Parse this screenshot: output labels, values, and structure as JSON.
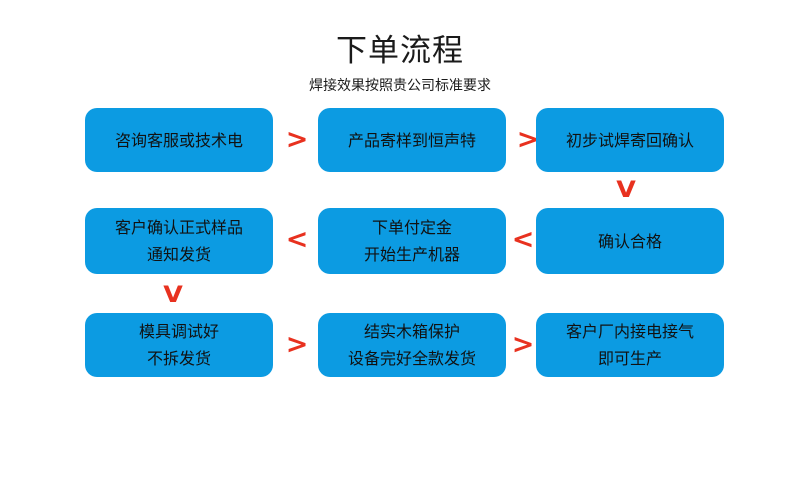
{
  "header": {
    "title": "下单流程",
    "subtitle": "焊接效果按照贵公司标准要求"
  },
  "colors": {
    "node_fill": "#0c9be2",
    "arrow_red": "#e8311f",
    "text": "#111111",
    "background": "#ffffff"
  },
  "flow": {
    "rows": [
      {
        "nodes": [
          {
            "id": "consult",
            "lines": [
              "咨询客服或技术电"
            ]
          },
          {
            "id": "send-sample",
            "lines": [
              "产品寄样到恒声特"
            ]
          },
          {
            "id": "trial-weld",
            "lines": [
              "初步试焊寄回确认"
            ]
          }
        ],
        "arrows": [
          {
            "id": "r1-a1",
            "glyph": ">"
          },
          {
            "id": "r1-a2",
            "glyph": ">"
          }
        ]
      },
      {
        "nodes": [
          {
            "id": "confirm-sample",
            "lines": [
              "客户确认正式样品",
              "通知发货"
            ]
          },
          {
            "id": "order-deposit",
            "lines": [
              "下单付定金",
              "开始生产机器"
            ]
          },
          {
            "id": "confirm-pass",
            "lines": [
              "确认合格"
            ]
          }
        ],
        "arrows": [
          {
            "id": "r2-a1",
            "glyph": "<"
          },
          {
            "id": "r2-a2",
            "glyph": "<"
          }
        ]
      },
      {
        "nodes": [
          {
            "id": "mold-tuned",
            "lines": [
              "模具调试好",
              "不拆发货"
            ]
          },
          {
            "id": "wood-crate",
            "lines": [
              "结实木箱保护",
              "设备完好全款发货"
            ]
          },
          {
            "id": "onsite-power",
            "lines": [
              "客户厂内接电接气",
              "即可生产"
            ]
          }
        ],
        "arrows": [
          {
            "id": "r3-a1",
            "glyph": ">"
          },
          {
            "id": "r3-a2",
            "glyph": ">"
          }
        ]
      }
    ],
    "vertical_arrows": [
      {
        "id": "v-right",
        "glyph": "V"
      },
      {
        "id": "v-left",
        "glyph": "V"
      }
    ]
  }
}
